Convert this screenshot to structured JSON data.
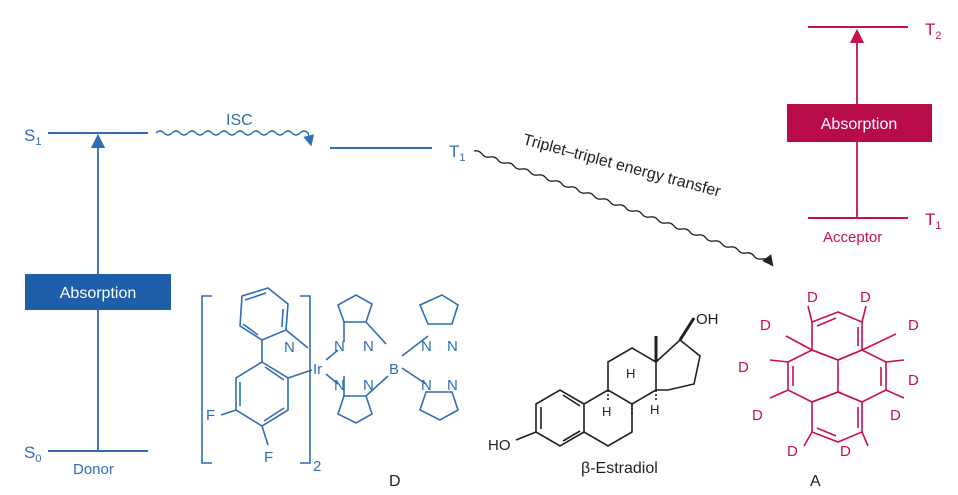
{
  "colors": {
    "donor": "#2f6db5",
    "acceptor": "#c8104f",
    "text": "#231f20",
    "absorption_box_donor": "#1f5ea8",
    "absorption_box_acceptor": "#b80c4a"
  },
  "donor": {
    "s1_label": "S",
    "s1_sub": "1",
    "s0_label": "S",
    "s0_sub": "0",
    "name": "Donor",
    "absorption": "Absorption",
    "isc": "ISC",
    "t1_label": "T",
    "t1_sub": "1"
  },
  "transfer": {
    "label": "Triplet–triplet energy transfer"
  },
  "acceptor": {
    "t2_label": "T",
    "t2_sub": "2",
    "t1_label": "T",
    "t1_sub": "1",
    "absorption": "Absorption",
    "name": "Acceptor"
  },
  "structures": {
    "d_complex": {
      "metal": "Ir",
      "boron": "B",
      "nitrogen": "N",
      "fluorine": "F",
      "count": "2",
      "caption": "D"
    },
    "estradiol": {
      "oh_top": "OH",
      "oh_left": "HO",
      "h": "H",
      "caption": "β-Estradiol"
    },
    "pyrene": {
      "deuterium": "D",
      "caption": "A"
    }
  }
}
